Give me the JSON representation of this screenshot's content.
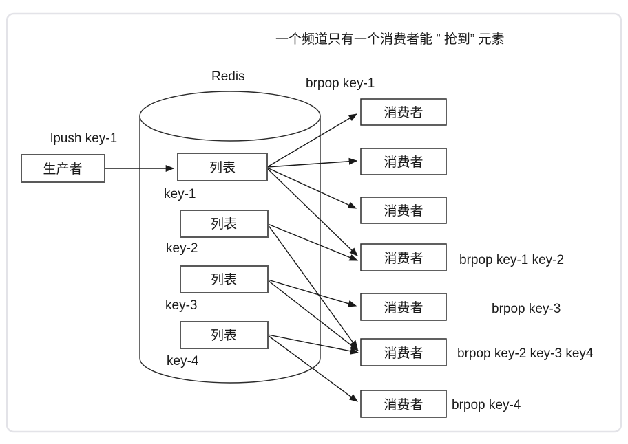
{
  "title": "一个频道只有一个消费者能 ” 抢到” 元素",
  "redis": {
    "label": "Redis"
  },
  "producer": {
    "label": "生产者",
    "command": "lpush key-1"
  },
  "consumer_group_command": "brpop key-1",
  "lists": [
    {
      "label": "列表",
      "key": "key-1"
    },
    {
      "label": "列表",
      "key": "key-2"
    },
    {
      "label": "列表",
      "key": "key-3"
    },
    {
      "label": "列表",
      "key": "key-4"
    }
  ],
  "consumers": [
    {
      "label": "消费者",
      "command": ""
    },
    {
      "label": "消费者",
      "command": ""
    },
    {
      "label": "消费者",
      "command": ""
    },
    {
      "label": "消费者",
      "command": "brpop key-1 key-2"
    },
    {
      "label": "消费者",
      "command": "brpop key-3"
    },
    {
      "label": "消费者",
      "command": "brpop key-2 key-3 key4"
    },
    {
      "label": "消费者",
      "command": "brpop key-4"
    }
  ],
  "colors": {
    "line": "#1a1a1a",
    "box_border_gray": "#595959",
    "box_border_dark": "#2b2b2b",
    "frame_border": "#e3e3e8"
  }
}
